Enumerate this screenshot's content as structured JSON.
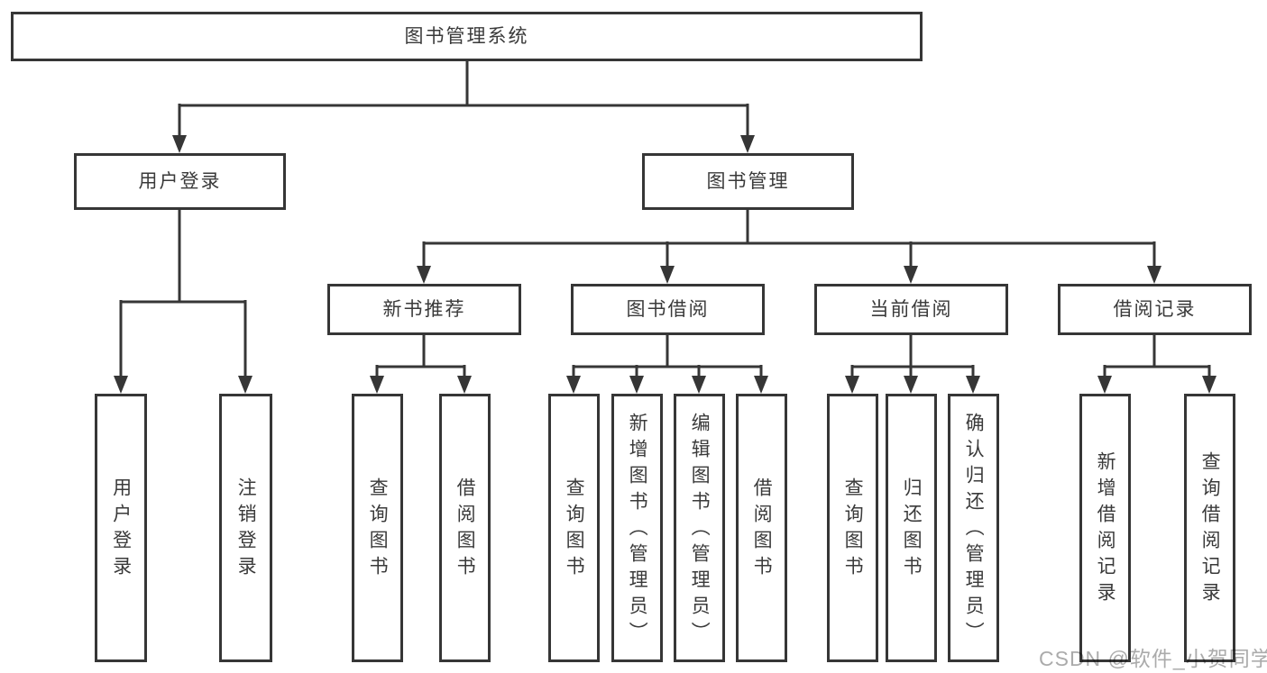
{
  "diagram": {
    "root": "图书管理系统",
    "branches": [
      {
        "label": "用户登录",
        "children": [
          "用户登录",
          "注销登录"
        ]
      },
      {
        "label": "图书管理",
        "groups": [
          {
            "label": "新书推荐",
            "children": [
              "查询图书",
              "借阅图书"
            ]
          },
          {
            "label": "图书借阅",
            "children": [
              "查询图书",
              "新增图书（管理员）",
              "编辑图书（管理员）",
              "借阅图书"
            ]
          },
          {
            "label": "当前借阅",
            "children": [
              "查询图书",
              "归还图书",
              "确认归还（管理员）"
            ]
          },
          {
            "label": "借阅记录",
            "children": [
              "新增借阅记录",
              "查询借阅记录"
            ]
          }
        ]
      }
    ]
  },
  "colors": {
    "line": "#363636",
    "text": "#3a3a3a",
    "box_background": "#ffffff",
    "watermark": "#ababab"
  },
  "watermark": "CSDN @软件_小贺同学"
}
